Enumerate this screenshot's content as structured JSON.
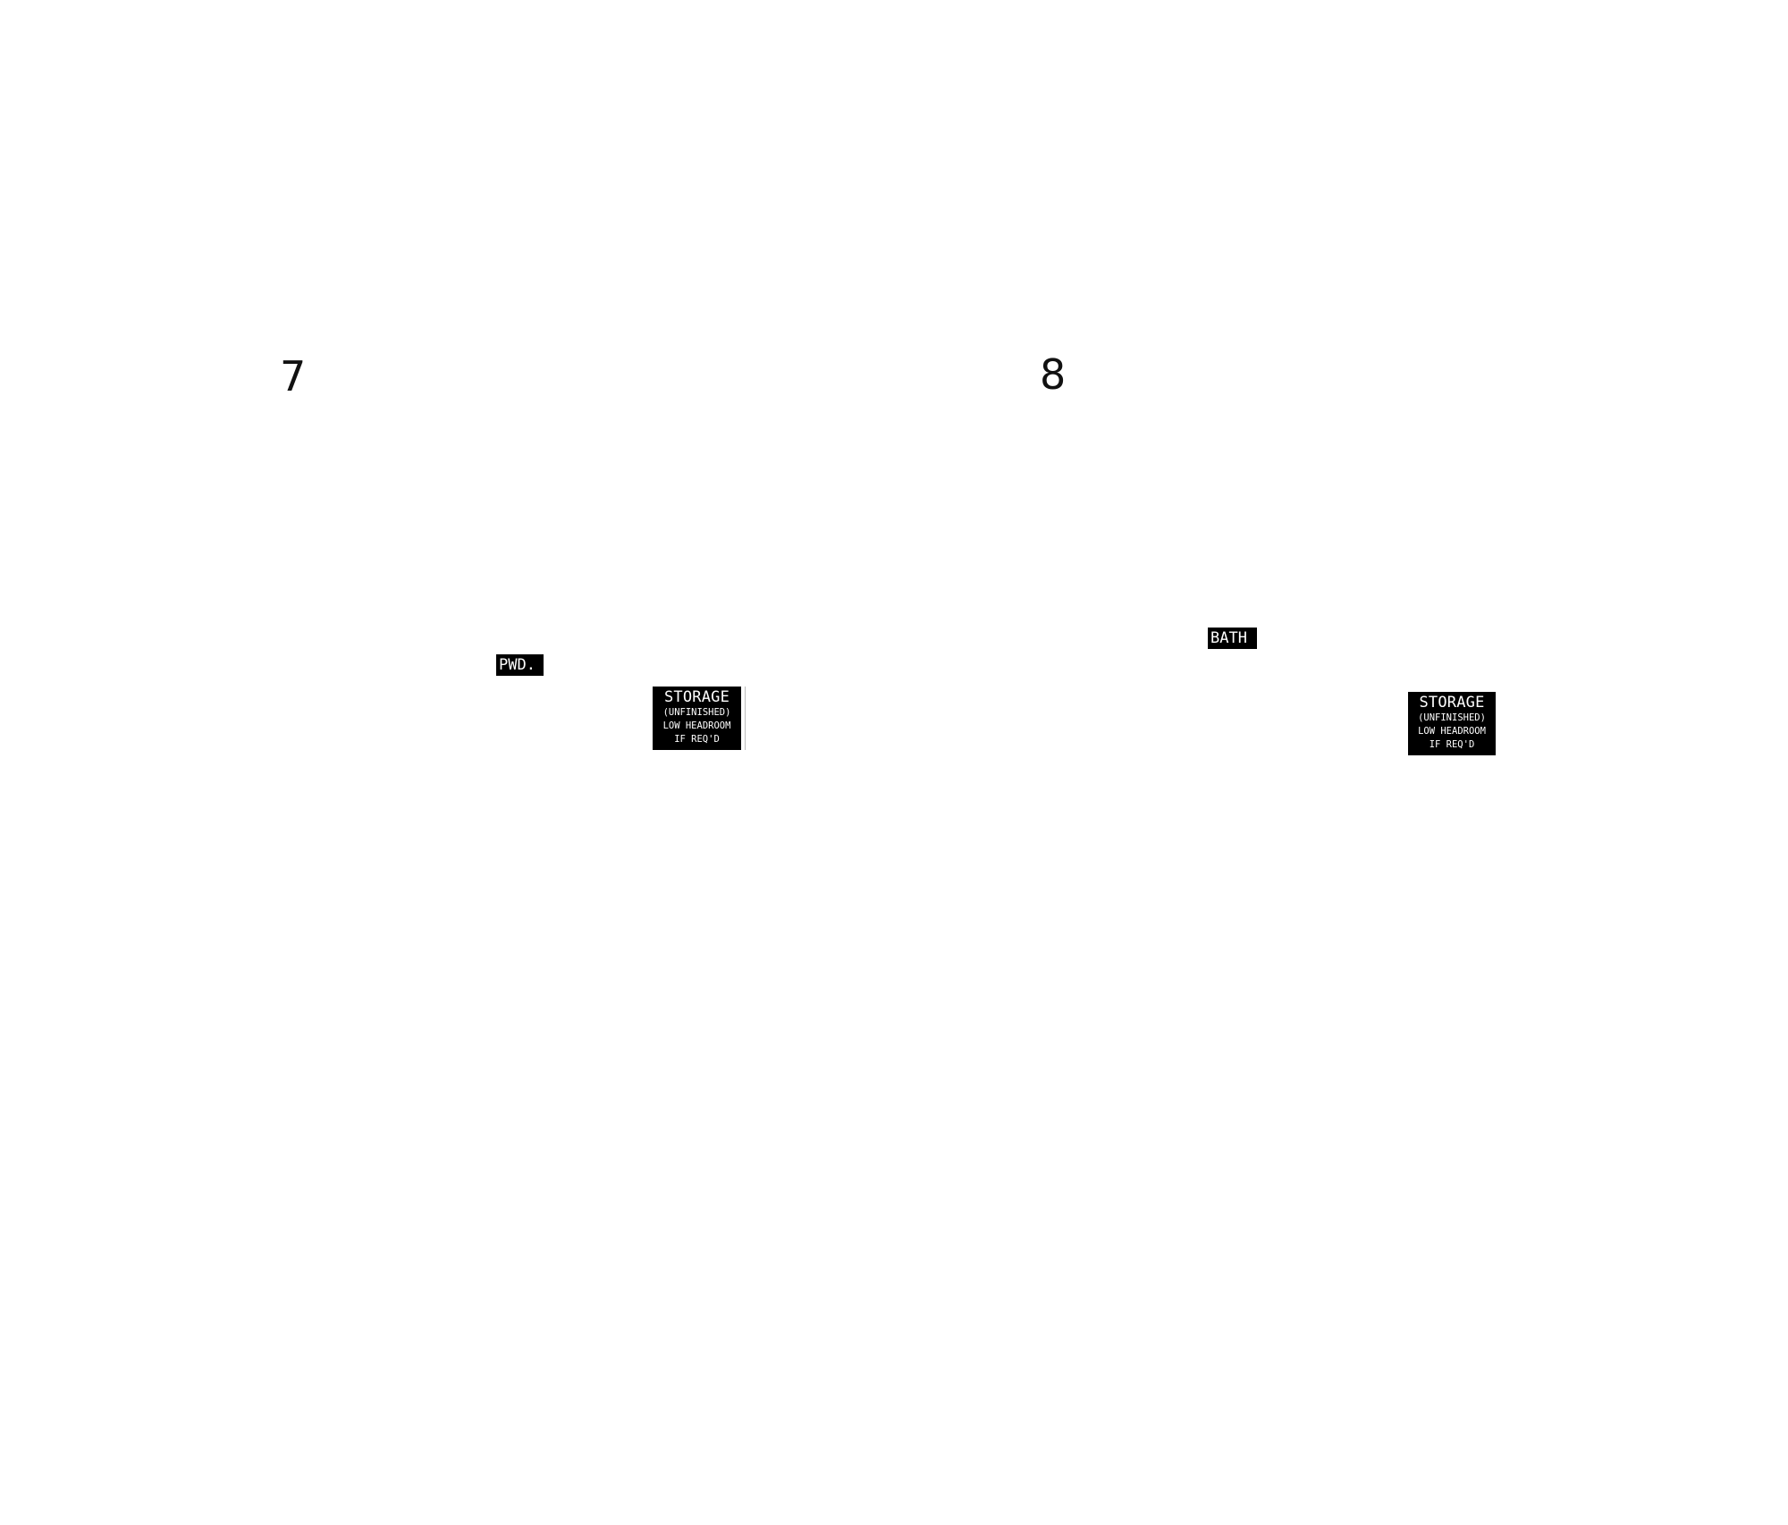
{
  "plans": [
    {
      "number": "7",
      "tags": {
        "room": "PWD.",
        "storage": {
          "title": "STORAGE",
          "note": "(UNFINISHED)",
          "headroom": "LOW HEADROOM",
          "condition": "IF REQ'D"
        }
      }
    },
    {
      "number": "8",
      "tags": {
        "room": "BATH",
        "storage": {
          "title": "STORAGE",
          "note": "(UNFINISHED)",
          "headroom": "LOW HEADROOM",
          "condition": "IF REQ'D"
        }
      }
    }
  ],
  "colors": {
    "background": "#ffffff",
    "tag_fill": "#000000",
    "tag_text": "#ffffff",
    "number_text": "#111111"
  }
}
